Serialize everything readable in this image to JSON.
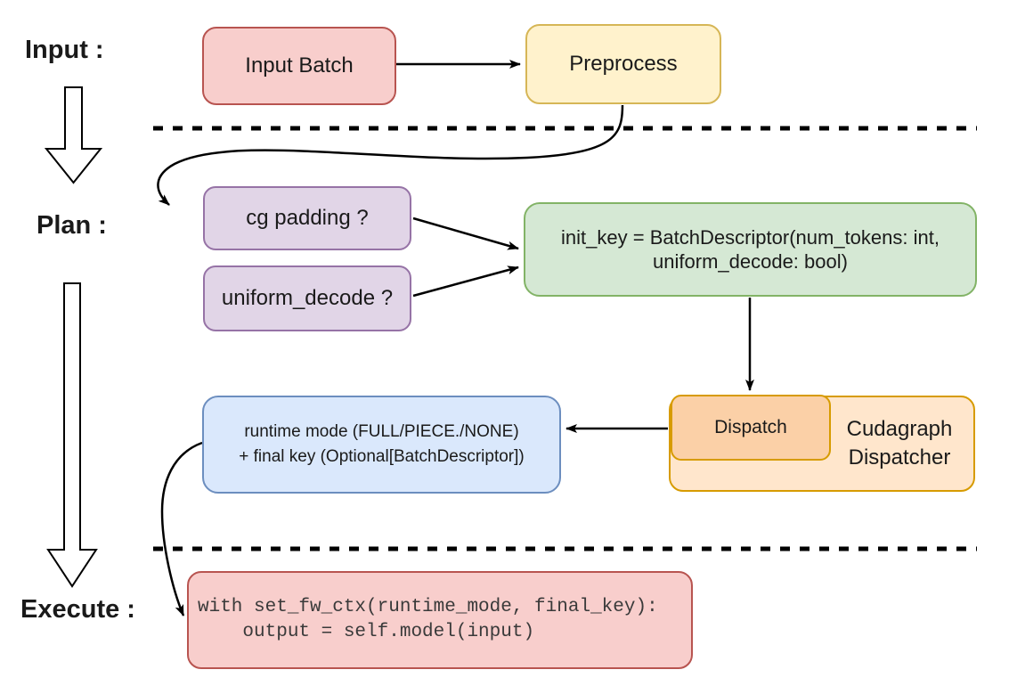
{
  "palette": {
    "pink": {
      "fill": "#f8cecc",
      "stroke": "#b85450"
    },
    "yellow": {
      "fill": "#fff2cc",
      "stroke": "#d6b656"
    },
    "purple": {
      "fill": "#e1d5e7",
      "stroke": "#9673a6"
    },
    "green": {
      "fill": "#d5e8d4",
      "stroke": "#82b366"
    },
    "blue": {
      "fill": "#dae8fc",
      "stroke": "#6c8ebf"
    },
    "orange_light": {
      "fill": "#ffe6cc",
      "stroke": "#d79b00"
    },
    "orange_dark": {
      "fill": "#fbd0a7",
      "stroke": "#d79b00"
    },
    "line": "#000000",
    "text": "#1a1a1a",
    "code_text": "#3a3a3a"
  },
  "labels": {
    "input": "Input :",
    "plan": "Plan :",
    "execute": "Execute :"
  },
  "nodes": {
    "input_batch": {
      "label": "Input Batch"
    },
    "preprocess": {
      "label": "Preprocess"
    },
    "cg_padding": {
      "label": "cg padding ?"
    },
    "uniform_decode": {
      "label": "uniform_decode ?"
    },
    "init_key": {
      "line1": "init_key = BatchDescriptor(num_tokens: int,",
      "line2": "uniform_decode: bool)"
    },
    "runtime_result": {
      "line1": "runtime mode (FULL/PIECE./NONE)",
      "line2": "+ final key (Optional[BatchDescriptor])"
    },
    "dispatch": {
      "label": "Dispatch"
    },
    "cudagraph_dispatcher": {
      "line1": "Cudagraph",
      "line2": "Dispatcher"
    },
    "execute_code": {
      "line1": "with set_fw_ctx(runtime_mode, final_key):",
      "line2": "    output = self.model(input)"
    }
  }
}
